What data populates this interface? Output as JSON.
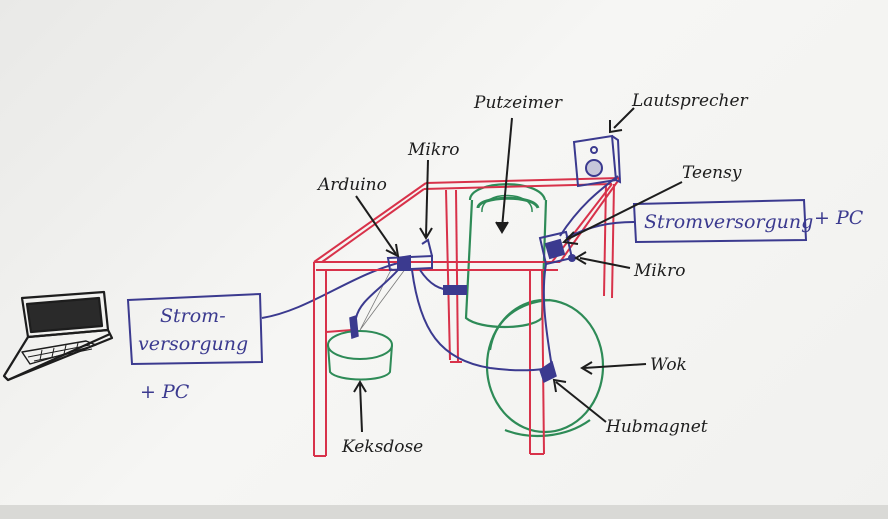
{
  "labels": {
    "putzeimer": "Putzeimer",
    "lautsprecher": "Lautsprecher",
    "mikro_top": "Mikro",
    "arduino": "Arduino",
    "teensy": "Teensy",
    "mikro_right": "Mikro",
    "wok": "Wok",
    "hubmagnet": "Hubmagnet",
    "keksdose": "Keksdose"
  },
  "power_right": {
    "line": "Stromversorgung",
    "suffix": "+ PC"
  },
  "power_left": {
    "line1": "Strom-",
    "line2": "versorgung",
    "suffix": "+ PC"
  },
  "colors": {
    "frame": "#d8324a",
    "bucket": "#2e8b57",
    "wire": "#3b3a8f",
    "ink": "#1d1d1d",
    "paper": "#f3f3f1"
  }
}
